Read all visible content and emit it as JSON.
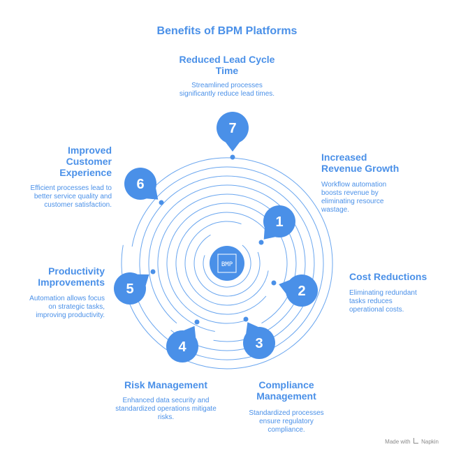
{
  "title": "Benefits of BPM Platforms",
  "center_label": "BMP",
  "items": [
    {
      "number": "1",
      "heading": "Increased Revenue Growth",
      "description": "Workflow automation boosts revenue by eliminating resource wastage."
    },
    {
      "number": "2",
      "heading": "Cost Reductions",
      "description": "Eliminating redundant tasks reduces operational costs."
    },
    {
      "number": "3",
      "heading": "Compliance Management",
      "description": "Standardized processes ensure regulatory compliance."
    },
    {
      "number": "4",
      "heading": "Risk Management",
      "description": "Enhanced data security and standardized operations mitigate risks."
    },
    {
      "number": "5",
      "heading": "Productivity Improvements",
      "description": "Automation allows focus on strategic tasks, improving productivity."
    },
    {
      "number": "6",
      "heading": "Improved Customer Experience",
      "description": "Efficient processes lead to better service quality and customer satisfaction."
    },
    {
      "number": "7",
      "heading": "Reduced Lead Cycle Time",
      "description": "Streamlined processes significantly reduce lead times."
    }
  ],
  "footer": {
    "prefix": "Made with",
    "brand": "Napkin"
  },
  "colors": {
    "accent": "#4a90e8",
    "ring": "#6aa6ef"
  }
}
